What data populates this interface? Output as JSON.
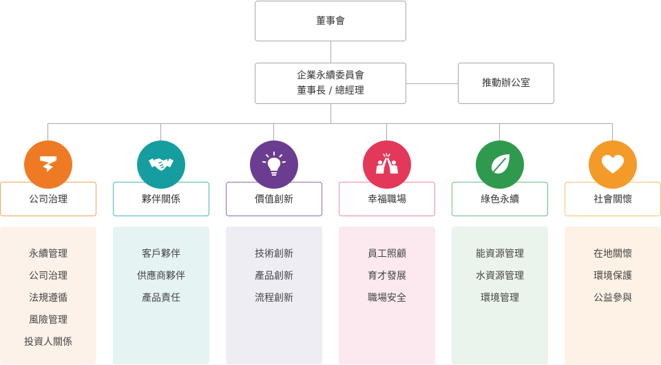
{
  "board": {
    "label": "董事會"
  },
  "committee": {
    "line1": "企業永續委員會",
    "line2": "董事長 / 總經理"
  },
  "office": {
    "label": "推動辦公室"
  },
  "pillars": [
    {
      "label": "公司治理",
      "icon": "tape-ribbon-icon",
      "color": "#ee7b23",
      "border": "#f2a35a",
      "bg": "#fdf2ea",
      "items": [
        "永續管理",
        "公司治理",
        "法規遵循",
        "風險管理",
        "投資人關係"
      ]
    },
    {
      "label": "夥伴關係",
      "icon": "handshake-icon",
      "color": "#169da0",
      "border": "#4bb6b4",
      "bg": "#e5f4f3",
      "items": [
        "客戶夥伴",
        "供應商夥伴",
        "產品責任"
      ]
    },
    {
      "label": "價值創新",
      "icon": "lightbulb-icon",
      "color": "#6a3d91",
      "border": "#8e6ab0",
      "bg": "#efedf4",
      "items": [
        "技術創新",
        "產品創新",
        "流程創新"
      ]
    },
    {
      "label": "幸福職場",
      "icon": "high-five-icon",
      "color": "#e33859",
      "border": "#ee8aa0",
      "bg": "#fbe9ef",
      "items": [
        "員工照顧",
        "育才發展",
        "職場安全"
      ]
    },
    {
      "label": "綠色永續",
      "icon": "leaf-icon",
      "color": "#2f9a4e",
      "border": "#6bbd85",
      "bg": "#eaf4ec",
      "items": [
        "能資源管理",
        "水資源管理",
        "環境管理"
      ]
    },
    {
      "label": "社會關懷",
      "icon": "heart-icon",
      "color": "#f39a28",
      "border": "#f6be70",
      "bg": "#fdf2e5",
      "items": [
        "在地關懷",
        "環境保護",
        "公益參與"
      ]
    }
  ]
}
